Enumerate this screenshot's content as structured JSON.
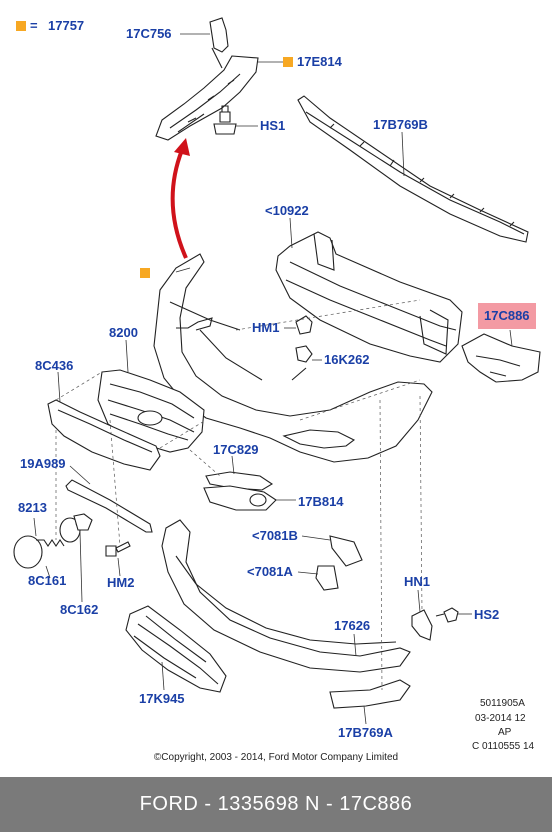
{
  "legend": {
    "equals": "=",
    "code": "17757"
  },
  "parts": {
    "p17C756": "17C756",
    "p17E814": "17E814",
    "pHS1": "HS1",
    "p17B769B": "17B769B",
    "p10922": "<10922",
    "p17C886": "17C886",
    "p8200": "8200",
    "pHM1": "HM1",
    "p16K262": "16K262",
    "p8C436": "8C436",
    "p17C829": "17C829",
    "p19A989": "19A989",
    "p17B814": "17B814",
    "p8213": "8213",
    "p7081B": "<7081B",
    "p7081A": "<7081A",
    "p8C161": "8C161",
    "pHM2": "HM2",
    "pHN1": "HN1",
    "pHS2": "HS2",
    "p8C162": "8C162",
    "p17626": "17626",
    "p17K945": "17K945",
    "p17B769A": "17B769A"
  },
  "meta": {
    "code1": "5011905A",
    "date": "03-2014 12",
    "region": "AP",
    "code2": "C 0110555 14",
    "copyright": "©Copyright, 2003 - 2014, Ford Motor Company Limited"
  },
  "footer": {
    "text": "FORD - 1335698     N - 17C886"
  },
  "colors": {
    "label": "#1a3fa6",
    "highlight": "#f39aa3",
    "marker": "#f7a823",
    "arrow": "#d0121b",
    "footer_bg": "#7a7a7a"
  }
}
